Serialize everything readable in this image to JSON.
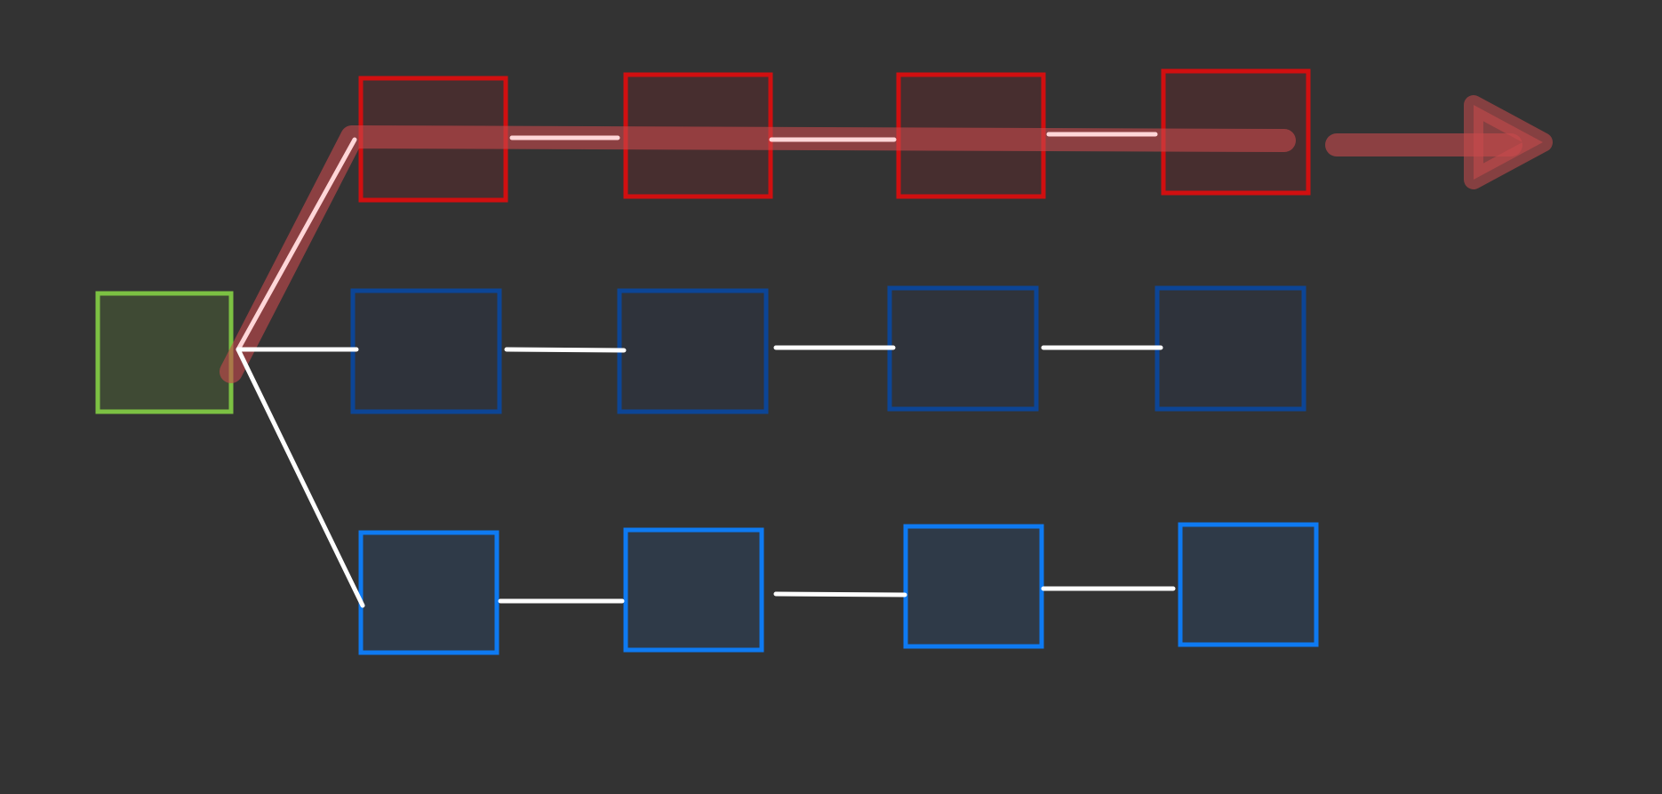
{
  "colors": {
    "background": "#333333",
    "start_stroke": "#7cc143",
    "start_fill": "#3f4a34",
    "red_stroke": "#d10f10",
    "red_fill": "#472e2f",
    "dark_blue_stroke": "#0c4596",
    "dark_blue_fill": "#2f333b",
    "blue_stroke": "#0e7af2",
    "blue_fill": "#2f3a48",
    "connector": "#ffffff",
    "highlight": "#c84a4c"
  },
  "diagram": {
    "start_node": {
      "name": "start-node"
    },
    "rows": [
      {
        "name": "red-row",
        "style": "red",
        "node_count": 4,
        "highlighted": true
      },
      {
        "name": "dark-blue-row",
        "style": "dark_blue",
        "node_count": 4,
        "highlighted": false
      },
      {
        "name": "blue-row",
        "style": "blue",
        "node_count": 4,
        "highlighted": false
      }
    ],
    "highlight_path": {
      "name": "highlight-arrow",
      "follows_row": "red-row",
      "direction": "right"
    }
  }
}
